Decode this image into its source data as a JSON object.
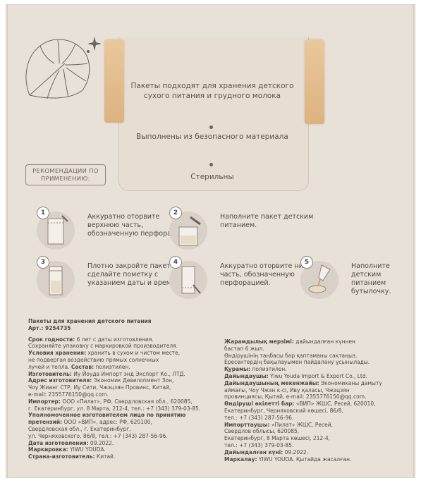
{
  "panel": {
    "features": [
      "Пакеты подходят для хранения детского сухого питания и грудного молока",
      "Выполнены из безопасного материала",
      "Стерильны"
    ],
    "recommend_label": "РЕКОМЕНДАЦИИ ПО ПРИМЕНЕНИЮ:"
  },
  "steps": [
    {
      "num": "1",
      "icon": "pouch-tear-icon",
      "text": "Аккуратно оторвите верхнюю часть, обозначенную перфорацией."
    },
    {
      "num": "2",
      "icon": "fill-pouch-icon",
      "text": "Наполните пакет детским питанием."
    },
    {
      "num": "3",
      "icon": "sealed-pouch-icon",
      "text": "Плотно закройте пакет и сделайте пометку с указанием даты и времени."
    },
    {
      "num": "4",
      "icon": "bottom-tear-icon",
      "text": "Аккуратно оторвите нижнюю часть, обозначенную перфорацией."
    },
    {
      "num": "5",
      "icon": "bottle-fill-icon",
      "text": "Наполните детским питанием бутылочку."
    }
  ],
  "label_ru": {
    "title": "Пакеты для хранения детского питания",
    "article": "Арт.: 9254735",
    "shelf_life_label": "Срок годности:",
    "shelf_life": "6 лет с даты изготовления.",
    "keep_packaging": "Сохраняйте упаковку с маркировкой производителя.",
    "storage_label": "Условия хранения:",
    "storage": "хранить в сухом и чистом месте,",
    "storage2": "не подвергая воздействию прямых солнечных",
    "storage3": "лучей и тепла.",
    "composition_label": "Состав:",
    "composition": "полиэтилен.",
    "maker_label": "Изготовитель:",
    "maker": "Иу Йоуда Импорт энд Экспорт Ко., ЛТД.",
    "maker_addr_label": "Адрес изготовителя:",
    "maker_addr": "Экономик Девелопмент Зон,",
    "maker_addr2": "Чоу Жианг СТР, Иу Сити, Чжэцзян Провинс, Китай,",
    "maker_addr3": "e-mail: 2355776150@qq.com.",
    "importer_label": "Импортер:",
    "importer": "ООО «Пилат», РФ, Свердловская обл., 620085,",
    "importer2": "г. Екатеринбург, ул. 8 Марта, 212-4, тел.: +7 (343) 379-03-85.",
    "authorized_label": "Уполномоченное изготовителем лицо по принятию",
    "authorized_label2": "претензий:",
    "authorized": "ООО «ВИП», адрес: РФ, 620100,",
    "authorized2": "Свердловская обл., г. Екатеринбург,",
    "authorized3": "ул. Черняховского, 86/8, тел.: +7 (343) 287-56-96.",
    "date_label": "Дата изготовления:",
    "date": "09.2022.",
    "marking_label": "Маркировка:",
    "marking": "YIWU YOUDA.",
    "country_label": "Страна-изготовитель:",
    "country": "Китай."
  },
  "label_kz": {
    "shelf_life_label": "Жарамдылық мерзімі:",
    "shelf_life": "дайындалған күннен",
    "shelf_life2": "бастап 6 жыл.",
    "keep_line1": "Өндірушінің таңбасы бар қаптаманы сақтаңыз.",
    "keep_line2": "Ересектердің бақылауымен пайдалану ұсынылады.",
    "composition_label": "Құрамы:",
    "composition": "полиэтилен.",
    "maker_label": "Дайындаушы:",
    "maker": "Yiwu Youda Import & Export Co., Ltd.",
    "maker_addr_label": "Дайындаушының мекенжайы:",
    "maker_addr": "Экономиканы дамыту",
    "maker_addr2": "аймағы, Чоу Чжэн к-сі, Иву қаласы, Чжэцзян",
    "maker_addr3": "провинциясы, Қытай, e-mail: 2355776150@qq.com.",
    "claims_label": "Өндіруші өкілетті бар:",
    "claims": "«ВИП» ЖШС, Ресей, 620010,",
    "claims2": "Екатеринбург, Черняховский көшесі, 86/8,",
    "claims3": "тел.: +7 (343) 287-56-96.",
    "importer_label": "Импорттаушы:",
    "importer": "«Пилат» ЖШС, Ресей,",
    "importer2": "Свердлов облысы, 620085,",
    "importer3": "Екатеринбург, 8 Марта көшесі, 212-4,",
    "importer4": "тел.: +7 (343) 379-03-85.",
    "date_label": "Дайындалған күні:",
    "date": "09.2022.",
    "marking_label": "Маркалау:",
    "marking": "YIWU YOUDA. Қытайда жасалған."
  },
  "colors": {
    "box": "#e8e1d8",
    "tape": "#ddb27f",
    "text": "#4f4943"
  }
}
